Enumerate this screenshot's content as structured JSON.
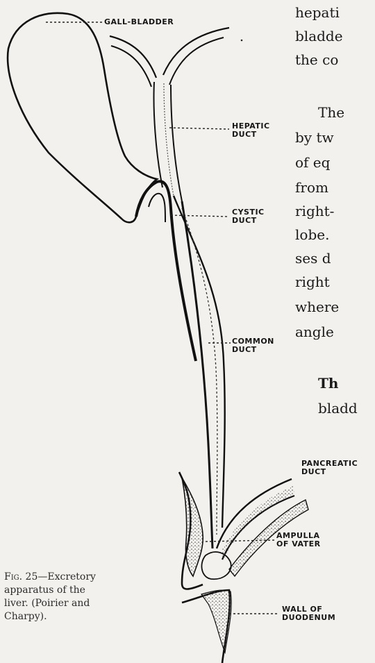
{
  "figure": {
    "labels": {
      "gall_bladder": "GALL-BLADDER",
      "hepatic_1": "HEPATIC",
      "hepatic_2": "DUCT",
      "cystic_1": "CYSTIC",
      "cystic_2": "DUCT",
      "common_1": "COMMON",
      "common_2": "DUCT",
      "pancreatic_1": "PANCREATIC",
      "pancreatic_2": "DUCT",
      "ampulla_1": "AMPULLA",
      "ampulla_2": "OF VATER",
      "wall_1": "WALL OF",
      "wall_2": "DUODENUM"
    },
    "caption": {
      "prefix": "Fig. 25",
      "lines": [
        "—Excretory",
        "apparatus of the",
        "liver. (Poirier and",
        "Charpy)."
      ]
    }
  },
  "body_text": [
    "hepati",
    "bladde",
    "the co",
    "The",
    "by tw",
    "of eq",
    "from",
    "right-",
    "lobe.",
    "ses d",
    "right",
    "where",
    "angle",
    "Th",
    "bladd"
  ]
}
